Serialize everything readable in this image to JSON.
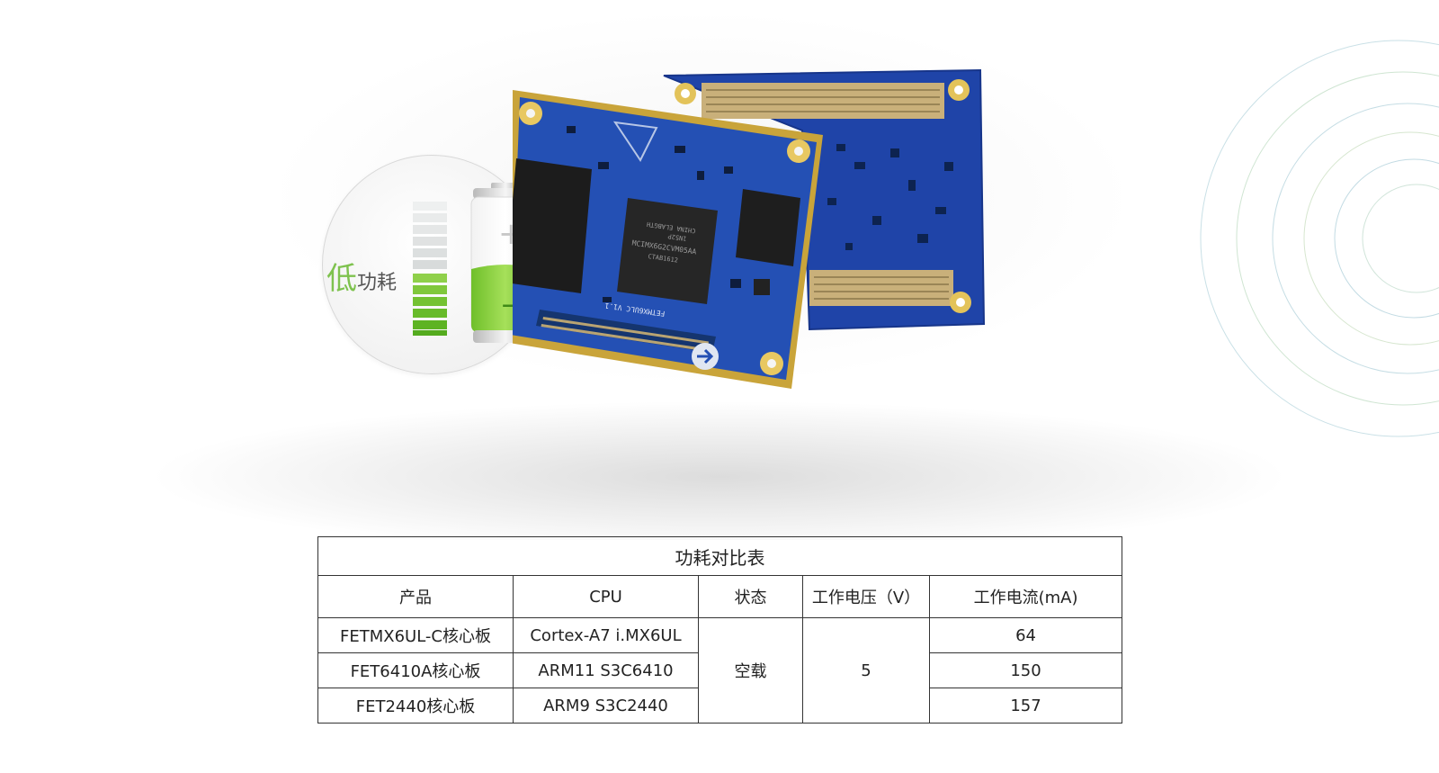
{
  "banner": {
    "label_big": "低",
    "label_small": "功耗",
    "battery_plus": "+",
    "battery_minus": "−",
    "battery_fill": "green",
    "colors": {
      "accent_green": "#7ec24e",
      "board_blue": "#1f3f8f",
      "board_gold": "#c9a43a"
    }
  },
  "board": {
    "front_model": "FETMX6ULC V1.1",
    "cpu_marking": "MCIMX6G2CVM05AA",
    "cpu_sub": "CTAB1612",
    "cpu_origin": "CHINA ELABGTH",
    "cpu_code": "1N52P"
  },
  "table": {
    "title": "功耗对比表",
    "headers": [
      "产品",
      "CPU",
      "状态",
      "工作电压（V）",
      "工作电流(mA)"
    ],
    "status_merged": "空载",
    "voltage_merged": "5",
    "rows": [
      {
        "product": "FETMX6UL-C核心板",
        "cpu": "Cortex-A7 i.MX6UL",
        "current": "64"
      },
      {
        "product": "FET6410A核心板",
        "cpu": "ARM11 S3C6410",
        "current": "150"
      },
      {
        "product": "FET2440核心板",
        "cpu": "ARM9 S3C2440",
        "current": "157"
      }
    ]
  }
}
